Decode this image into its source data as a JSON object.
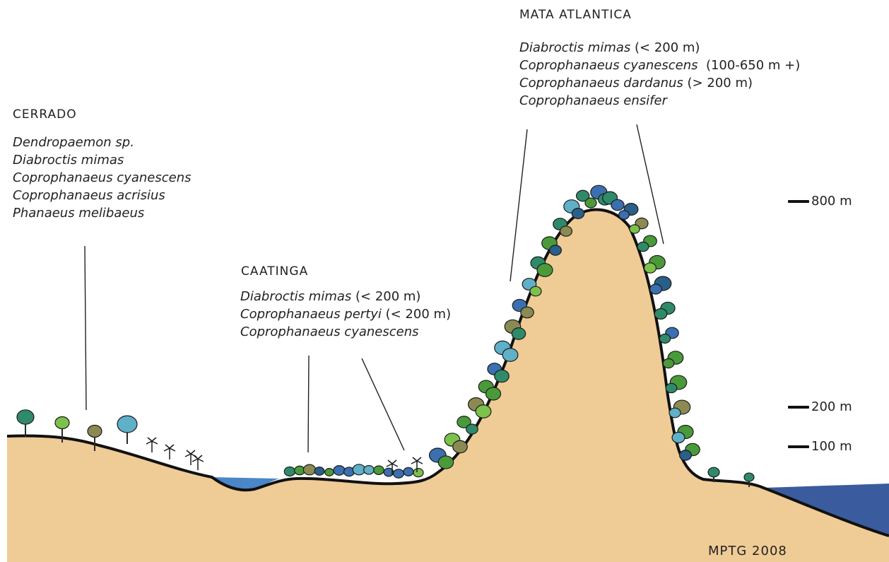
{
  "regions": {
    "cerrado": {
      "title": "CERRADO",
      "species": [
        {
          "name": "Dendropaemon sp.",
          "note": ""
        },
        {
          "name": "Diabroctis mimas",
          "note": ""
        },
        {
          "name": "Coprophanaeus cyanescens",
          "note": ""
        },
        {
          "name": "Coprophanaeus acrisius",
          "note": ""
        },
        {
          "name": "Phanaeus melibaeus",
          "note": ""
        }
      ]
    },
    "caatinga": {
      "title": "CAATINGA",
      "species": [
        {
          "name": "Diabroctis mimas",
          "note": " (< 200 m)"
        },
        {
          "name": "Coprophanaeus pertyi",
          "note": " (< 200 m)"
        },
        {
          "name": "Coprophanaeus cyanescens",
          "note": ""
        }
      ]
    },
    "mata_atlantica": {
      "title": "MATA ATLANTICA",
      "species": [
        {
          "name": "Diabroctis mimas",
          "note": " (< 200 m)"
        },
        {
          "name": "Coprophanaeus cyanescens",
          "note": "  (100-650 m +)"
        },
        {
          "name": "Coprophanaeus dardanus",
          "note": " (> 200 m)"
        },
        {
          "name": "Coprophanaeus ensifer",
          "note": ""
        }
      ]
    }
  },
  "altitude_scale": [
    "800 m",
    "200 m",
    "100 m"
  ],
  "credit": "MPTG 2008",
  "colors": {
    "ground": "#efcb96",
    "ground_shade": "#e6bc85",
    "outline": "#111111",
    "lake": "#4a86c8",
    "sea": "#3a5c9e",
    "forest": [
      "#2f8a6a",
      "#3b6fb0",
      "#7cc24a",
      "#4a9a3a",
      "#8a8a52",
      "#2a5f8a",
      "#5fb0c8"
    ]
  }
}
